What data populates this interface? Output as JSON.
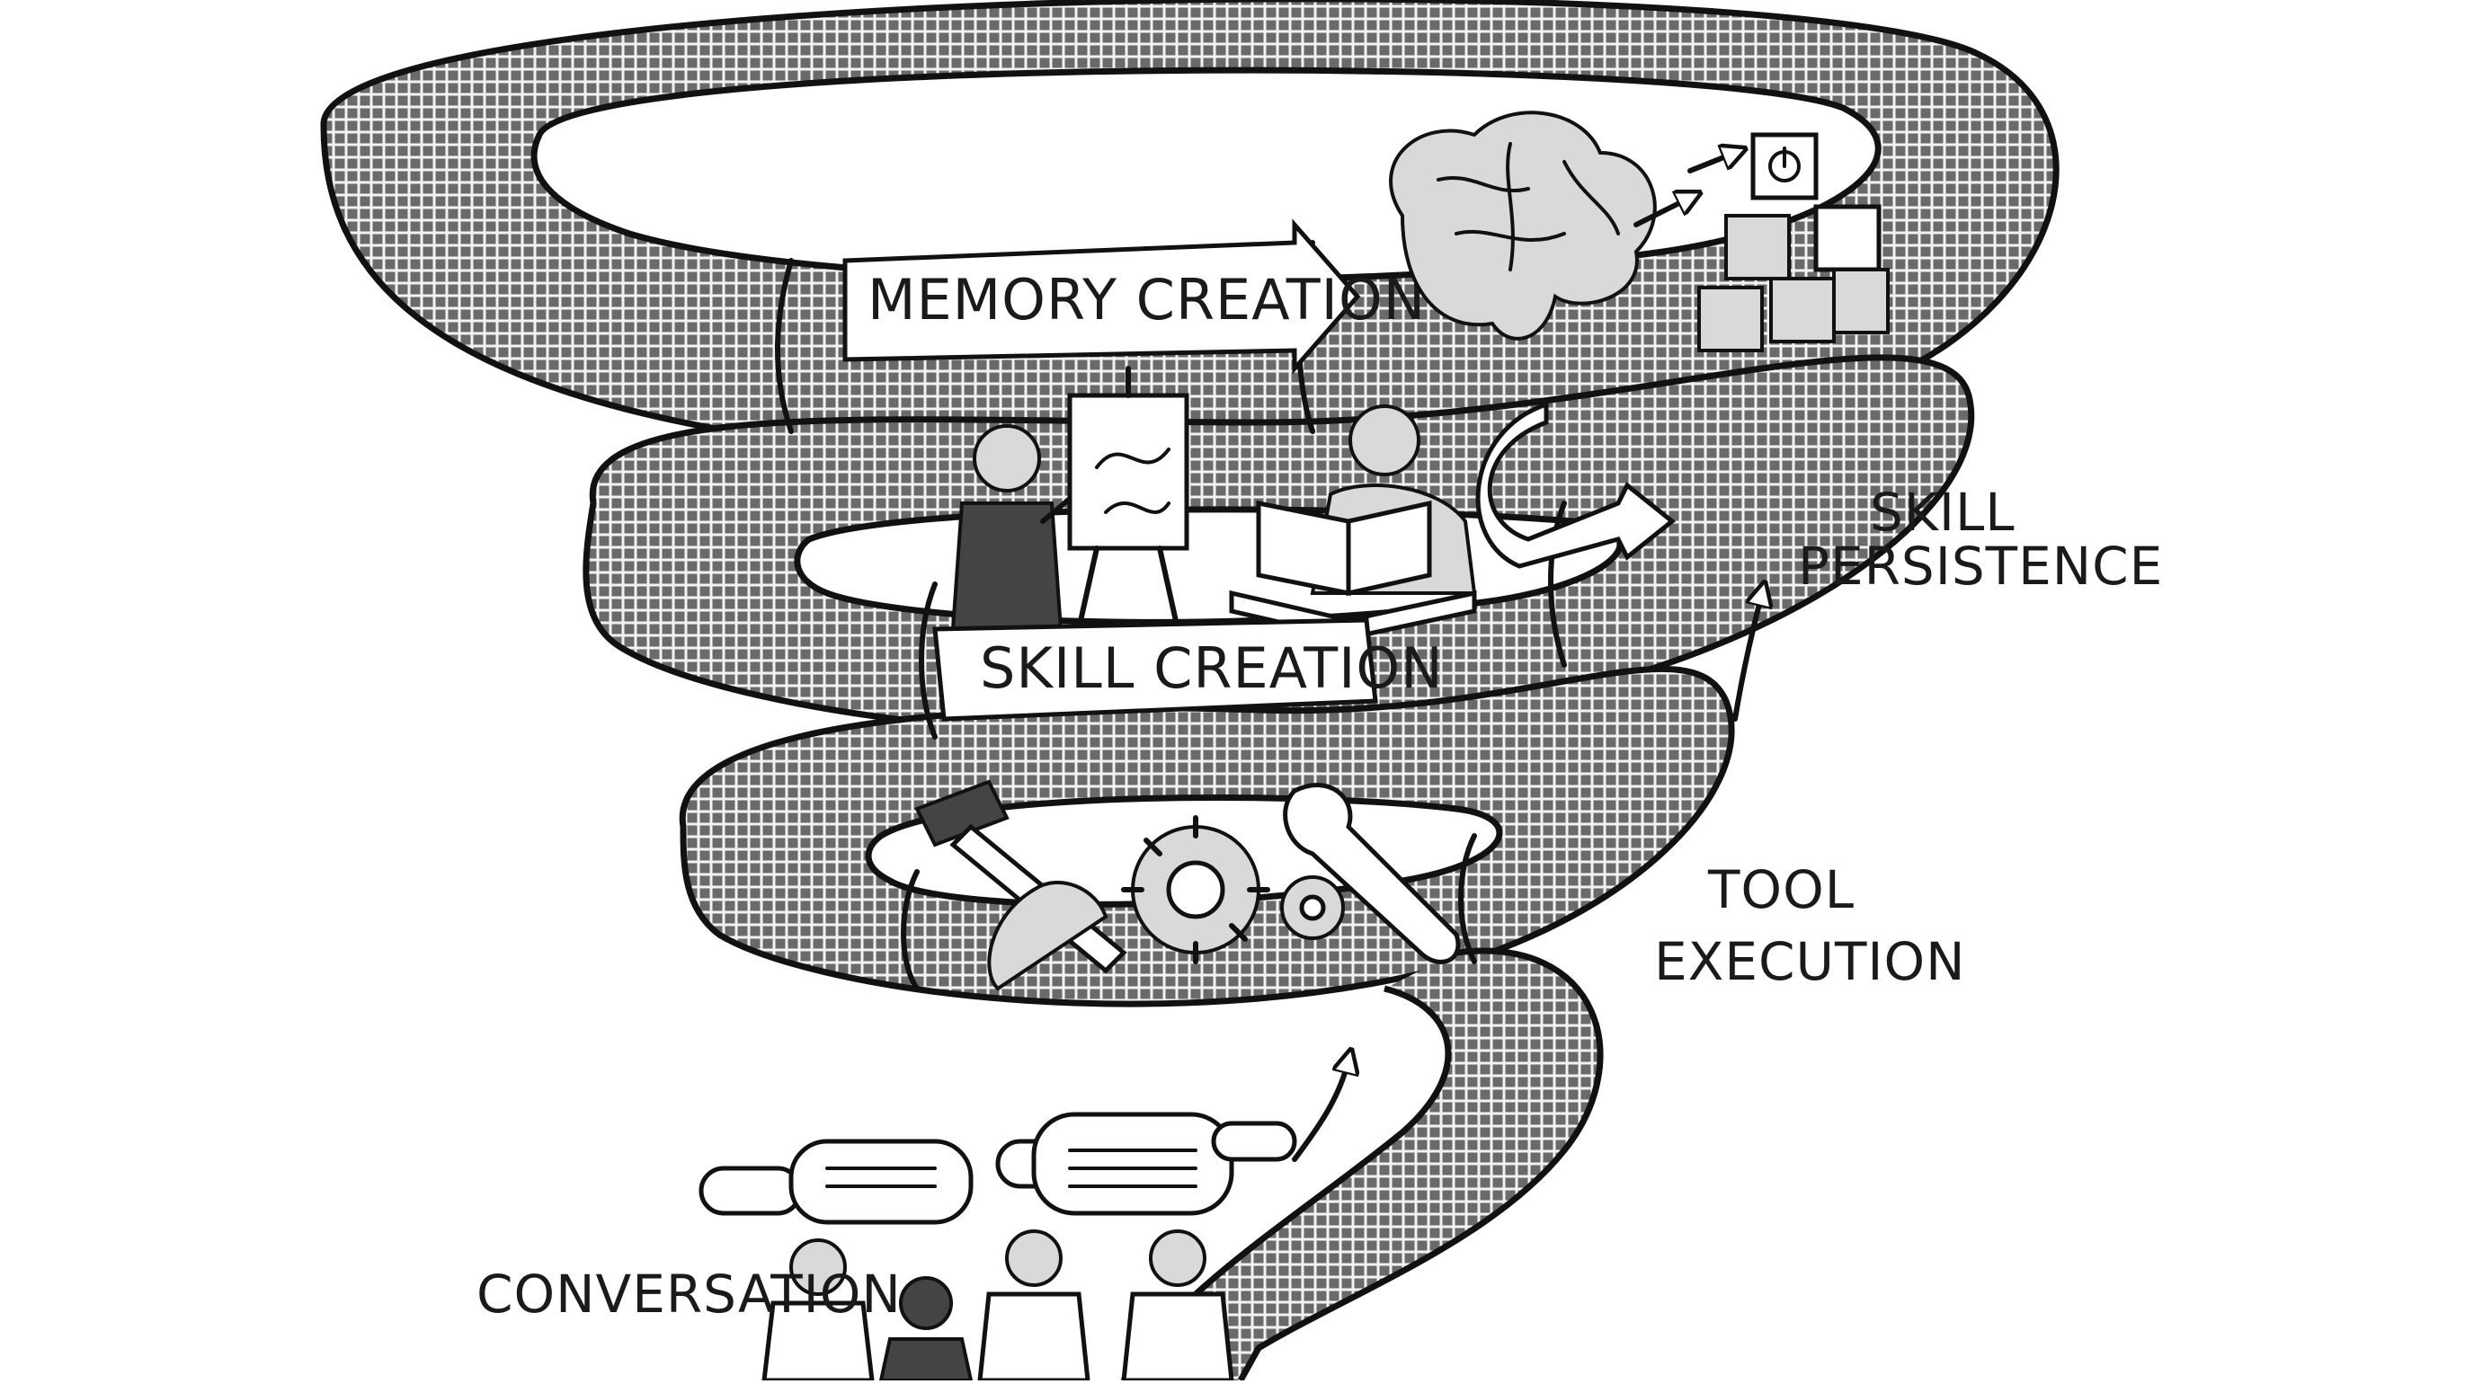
{
  "labels": {
    "memory_creation": "MEMORY CREATION",
    "skill_creation": "SKILL CREATION",
    "skill_persistence_line1": "SKILL",
    "skill_persistence_line2": "PERSISTENCE",
    "tool_execution_line1": "TOOL",
    "tool_execution_line2": "EXECUTION",
    "conversation": "CONVERSATION"
  },
  "icons": [
    "brain-icon",
    "blocks-icon",
    "painter-icon",
    "easel-icon",
    "reader-icon",
    "book-icon",
    "hammer-icon",
    "gear-icon",
    "wrench-icon",
    "speech-bubble-icon",
    "people-icon",
    "arrow-icon"
  ],
  "colors": {
    "ink": "#111111",
    "paper": "#ffffff",
    "shade": "#d9d9d9"
  }
}
